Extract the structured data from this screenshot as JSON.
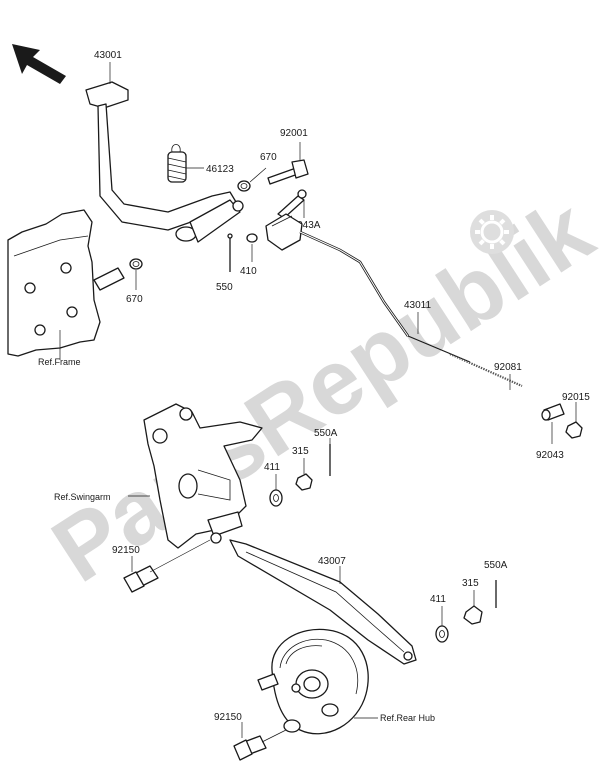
{
  "watermark": {
    "text": "PartsRepublik",
    "color": "#cfcfcf"
  },
  "colors": {
    "line": "#1a1a1a",
    "spring": "#555555"
  },
  "labels": {
    "p43001": "43001",
    "p46123": "46123",
    "p670a": "670",
    "p92001": "92001",
    "p92043A": "92043A",
    "p670b": "670",
    "p550": "550",
    "p410": "410",
    "p43011": "43011",
    "p92081": "92081",
    "p92015": "92015",
    "p92043": "92043",
    "p550A_top": "550A",
    "p315_top": "315",
    "p411_top": "411",
    "p92150_top": "92150",
    "p43007": "43007",
    "p550A_bot": "550A",
    "p315_bot": "315",
    "p411_bot": "411",
    "p92150_bot": "92150"
  },
  "refs": {
    "frame": "Ref.Frame",
    "swingarm": "Ref.Swingarm",
    "rear_hub": "Ref.Rear Hub"
  },
  "icons": {
    "direction": "arrow-up-left-icon",
    "settings": "gear-icon"
  }
}
